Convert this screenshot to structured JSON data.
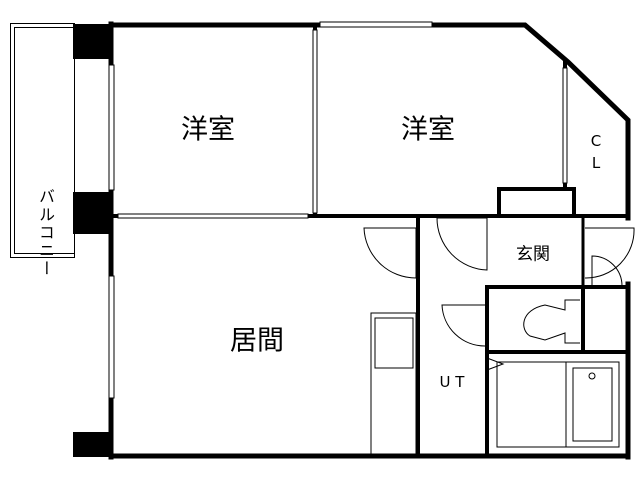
{
  "floorplan": {
    "rooms": [
      {
        "id": "western-room-1",
        "label": "洋室"
      },
      {
        "id": "western-room-2",
        "label": "洋室"
      },
      {
        "id": "closet",
        "label_line1": "C",
        "label_line2": "L"
      },
      {
        "id": "living-room",
        "label": "居間"
      },
      {
        "id": "entrance",
        "label": "玄関"
      },
      {
        "id": "unit-bath",
        "label": "U T"
      },
      {
        "id": "balcony",
        "label": "バルコニー"
      }
    ],
    "colors": {
      "wall": "#000000",
      "background": "#ffffff"
    }
  }
}
